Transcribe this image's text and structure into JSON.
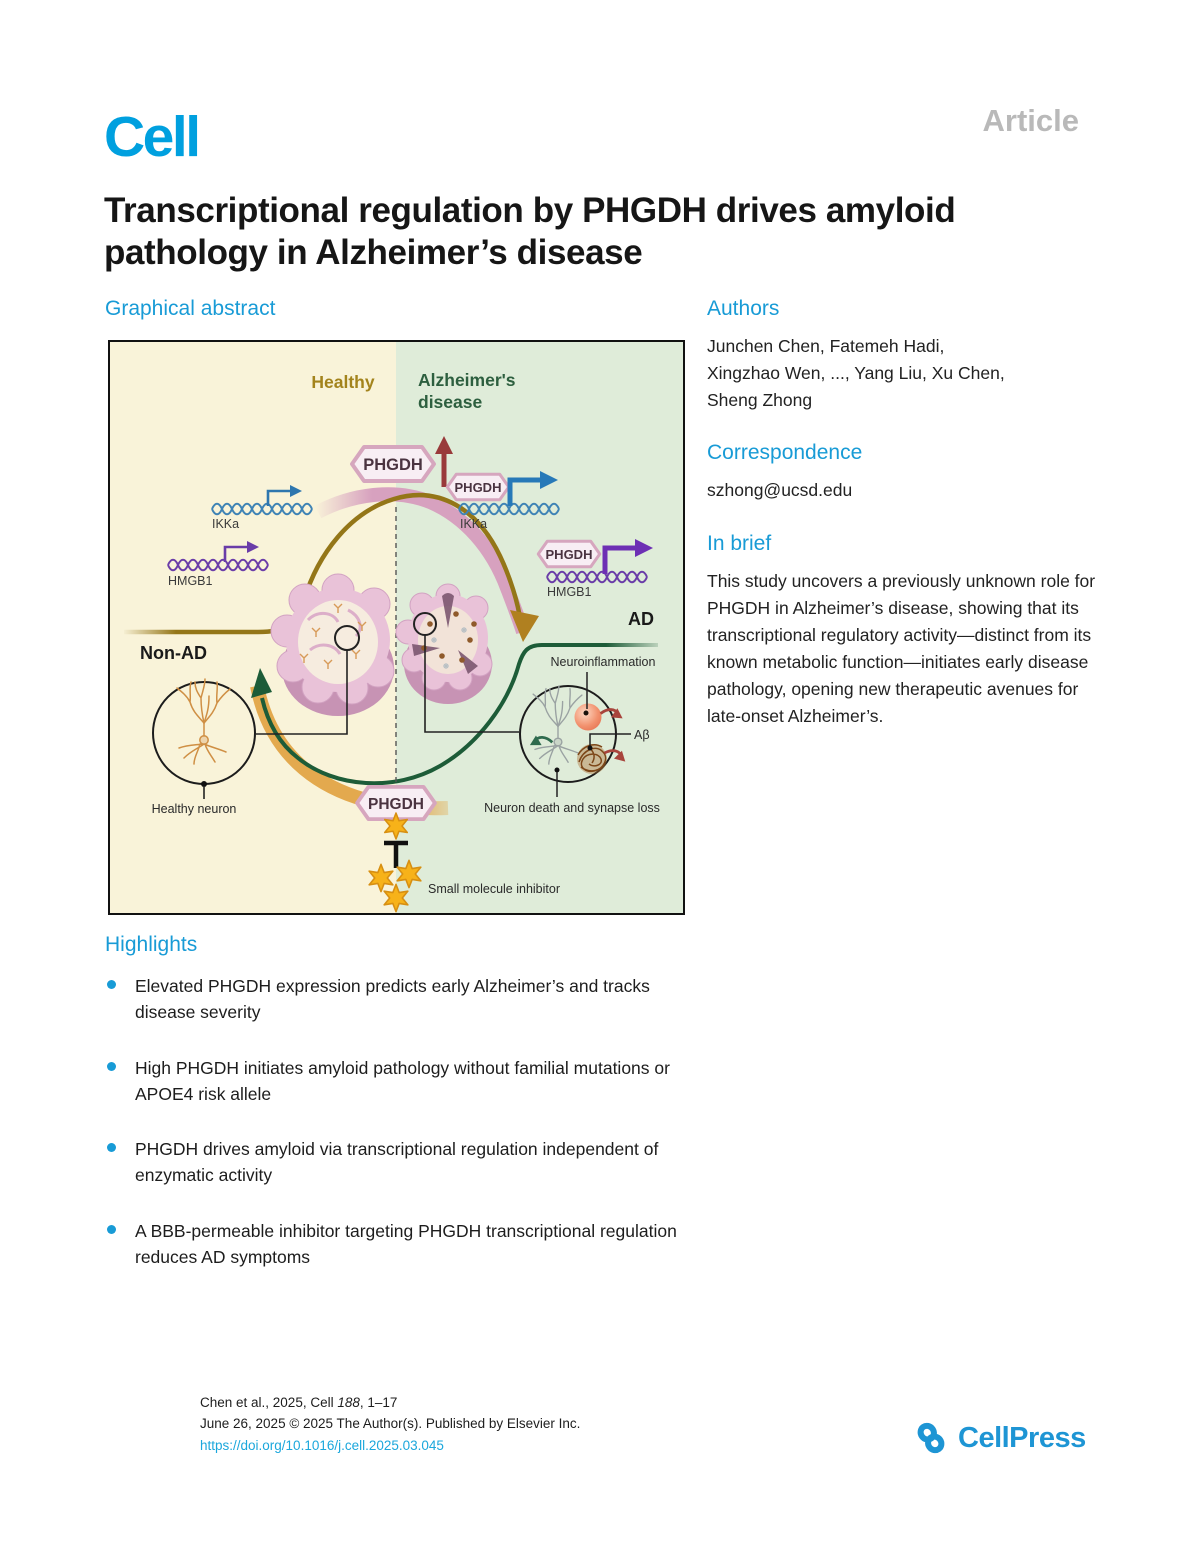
{
  "header": {
    "journal_logo": "Cell",
    "article_type": "Article",
    "title": "Transcriptional regulation by PHGDH drives amyloid pathology in Alzheimer’s disease"
  },
  "graphical_abstract_heading": "Graphical abstract",
  "figure": {
    "healthy_label": "Healthy",
    "ad_label_line1": "Alzheimer's",
    "ad_label_line2": "disease",
    "phgdh": "PHGDH",
    "ikka": "IKKa",
    "hmgb1": "HMGB1",
    "non_ad": "Non-AD",
    "ad": "AD",
    "healthy_neuron": "Healthy neuron",
    "neuroinflammation": "Neuroinflammation",
    "abeta": "Aβ",
    "neuron_death": "Neuron death and synapse loss",
    "inhibitor": "Small molecule inhibitor"
  },
  "authors": {
    "heading": "Authors",
    "lines": [
      "Junchen Chen, Fatemeh Hadi,",
      "Xingzhao Wen, ..., Yang Liu, Xu Chen,",
      "Sheng Zhong"
    ]
  },
  "correspondence": {
    "heading": "Correspondence",
    "email": "szhong@ucsd.edu"
  },
  "in_brief": {
    "heading": "In brief",
    "text": "This study uncovers a previously unknown role for PHGDH in Alzheimer’s disease, showing that its transcriptional regulatory activity—distinct from its known metabolic function—initiates early disease pathology, opening new therapeutic avenues for late-onset Alzheimer’s."
  },
  "highlights": {
    "heading": "Highlights",
    "items": [
      "Elevated PHGDH expression predicts early Alzheimer’s and tracks disease severity",
      "High PHGDH initiates amyloid pathology without familial mutations or APOE4 risk allele",
      "PHGDH drives amyloid via transcriptional regulation independent of enzymatic activity",
      "A BBB-permeable inhibitor targeting PHGDH transcriptional regulation reduces AD symptoms"
    ]
  },
  "footer": {
    "citation_prefix": "Chen et al., 2025, Cell ",
    "citation_volume": "188",
    "citation_pages": ", 1–17",
    "date_line": "June 26, 2025 © 2025 The Author(s). Published by Elsevier Inc.",
    "doi": "https://doi.org/10.1016/j.cell.2025.03.045",
    "publisher_wordmark": "CellPress"
  },
  "icons": {
    "bullet": "blue-dot",
    "cellpress_logo": "figure-eight-loop",
    "inhibition": "t-bar",
    "up_arrow": "dark-red-arrow"
  },
  "colors": {
    "accent_blue": "#189bd6",
    "link_blue": "#1ba7dc",
    "logo_blue": "#00a0df",
    "cellpress_blue": "#1e95d4",
    "healthy_gold": "#a3831c",
    "ad_green": "#2d5f3f",
    "healthy_bg": "#f9f3d9",
    "ad_bg": "#dfecd9"
  }
}
